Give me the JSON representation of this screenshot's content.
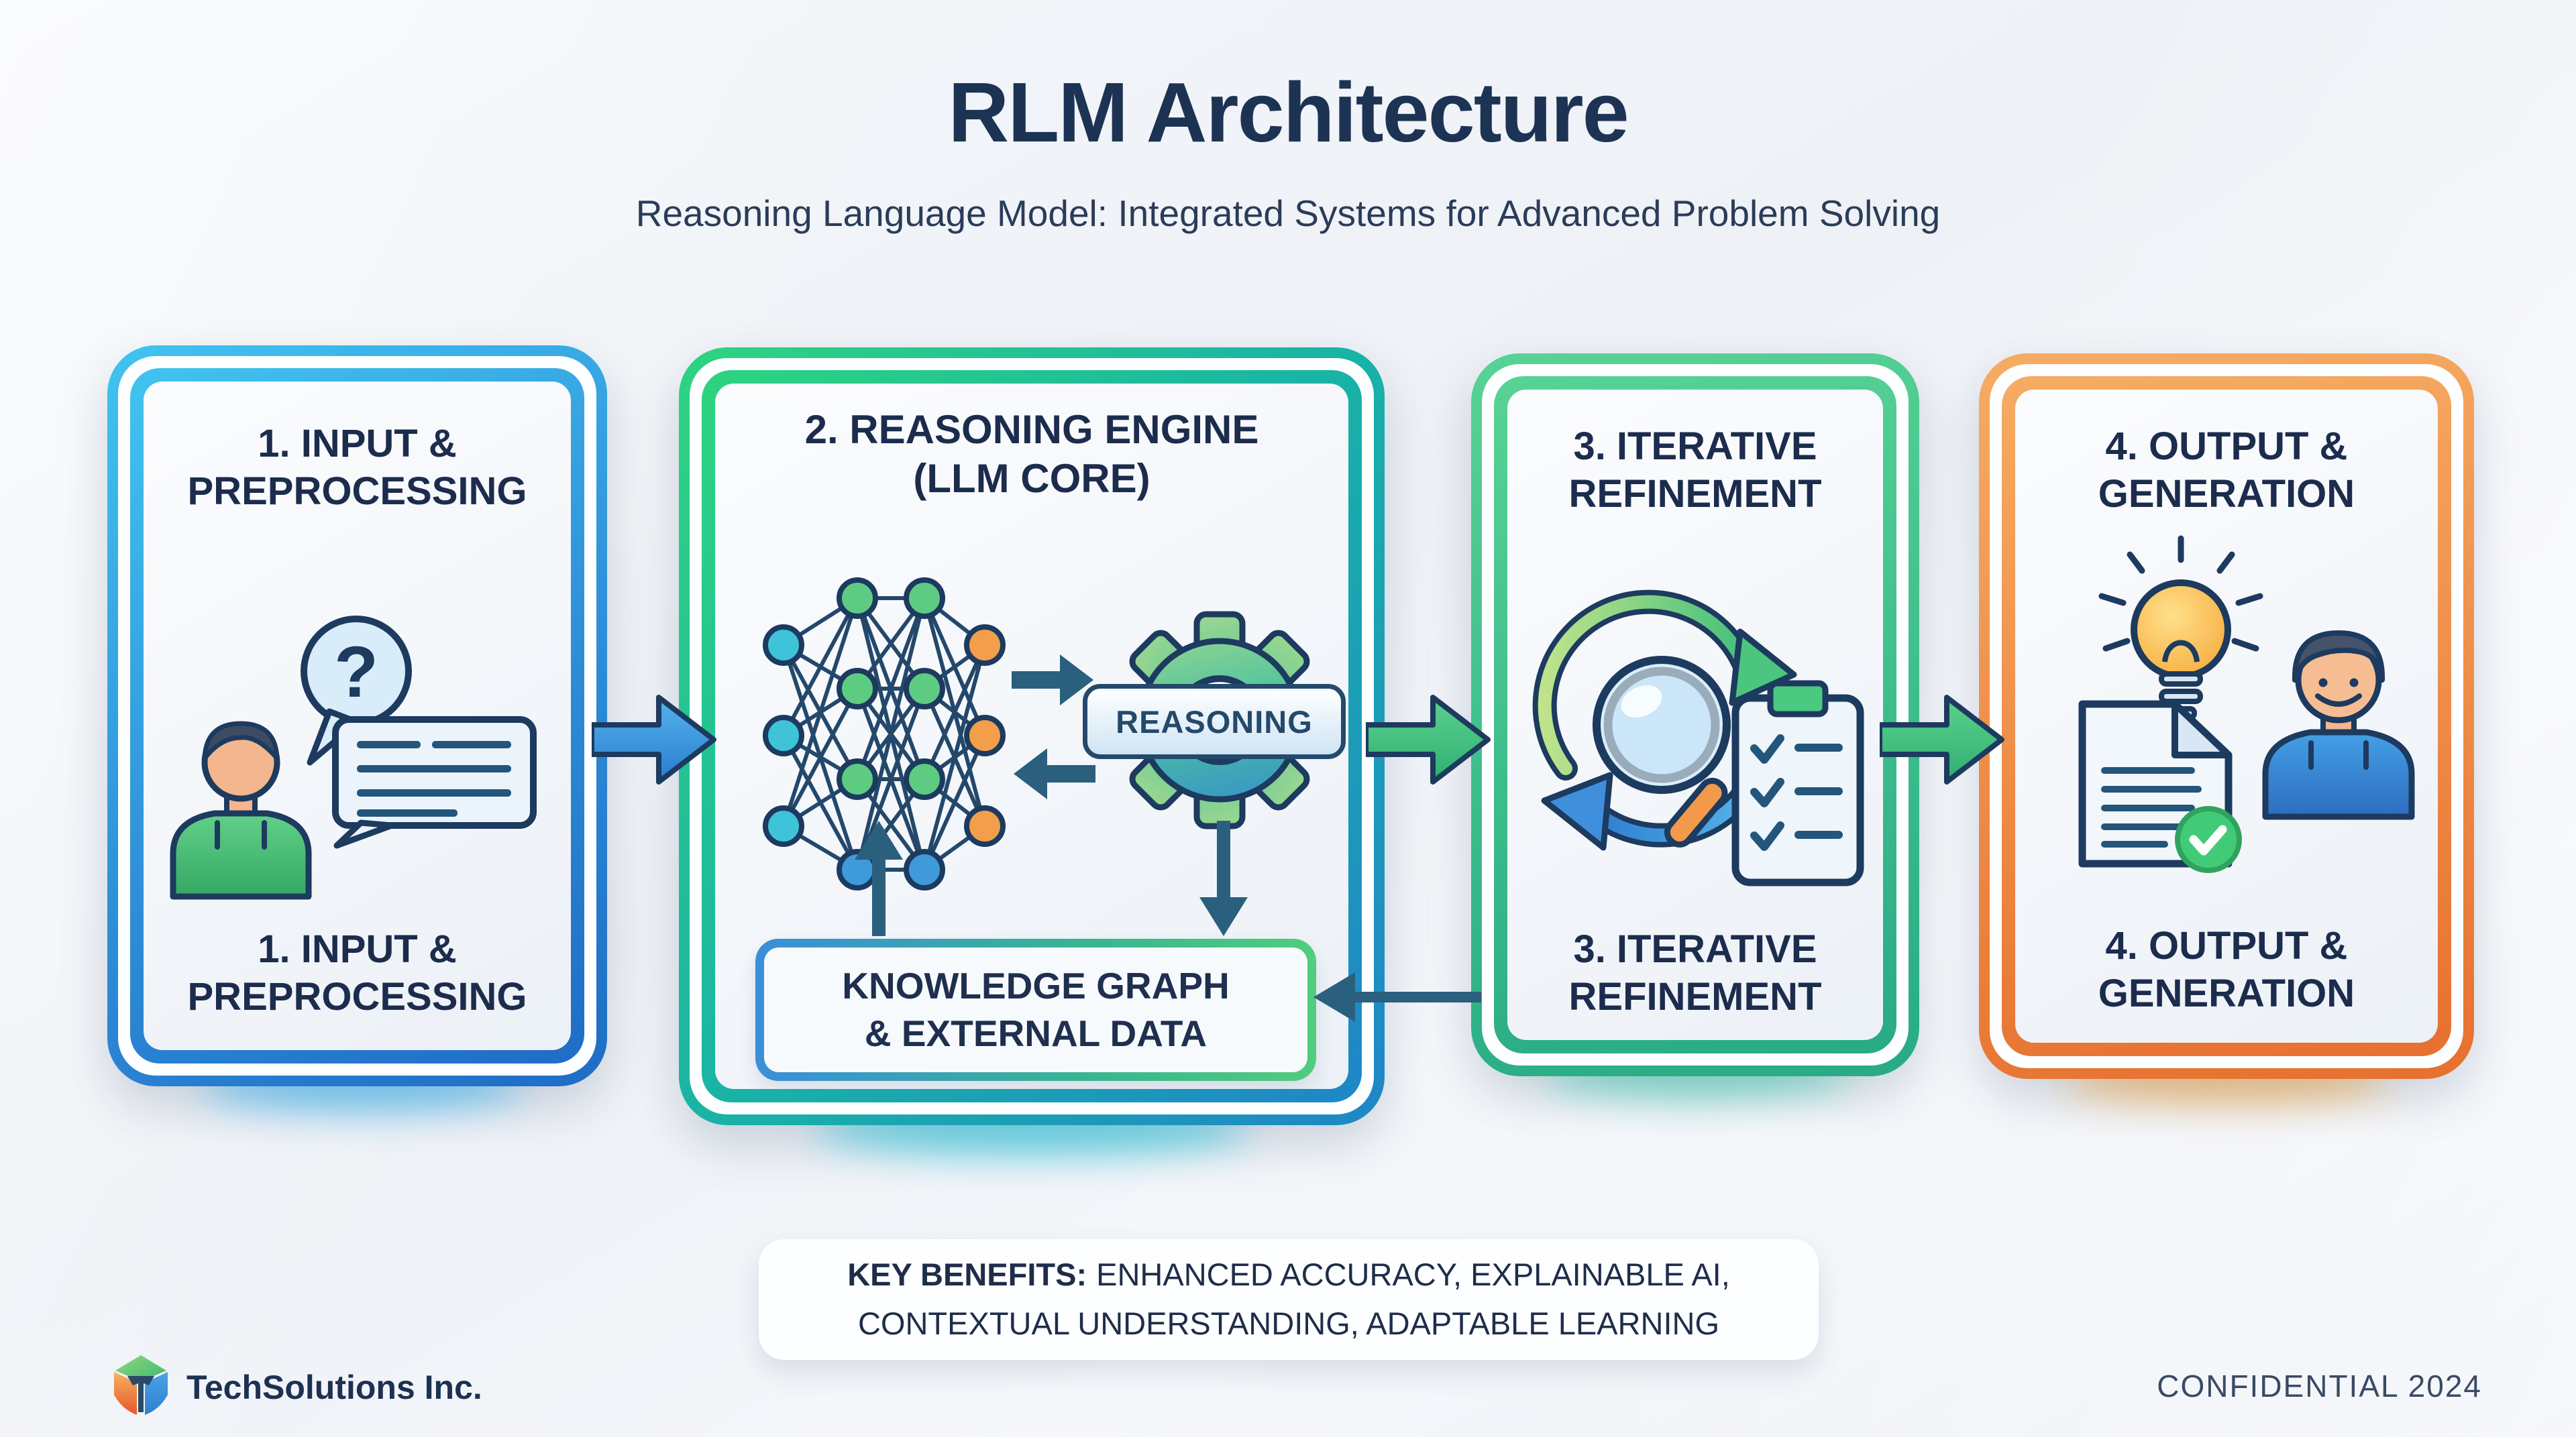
{
  "header": {
    "title": "RLM Architecture",
    "subtitle": "Reasoning Language Model: Integrated Systems for Advanced Problem Solving"
  },
  "panels": [
    {
      "step": "1",
      "title_l1": "1. INPUT &",
      "title_l2": "PREPROCESSING",
      "accent": "#2f8fd8",
      "icons": [
        "user-icon",
        "question-bubble-icon",
        "chat-bubble-icon"
      ]
    },
    {
      "step": "2",
      "title_l1": "2. REASONING ENGINE",
      "title_l2": "(LLM CORE)",
      "accent": "#1fb29a",
      "gear_label": "REASONING",
      "knowledge_l1": "KNOWLEDGE GRAPH",
      "knowledge_l2": "& EXTERNAL DATA",
      "icons": [
        "neural-network-icon",
        "gear-icon"
      ]
    },
    {
      "step": "3",
      "title_l1": "3. ITERATIVE",
      "title_l2": "REFINEMENT",
      "accent": "#3dbd89",
      "icons": [
        "cycle-arrows-icon",
        "magnifier-icon",
        "checklist-icon"
      ]
    },
    {
      "step": "4",
      "title_l1": "4. OUTPUT &",
      "title_l2": "GENERATION",
      "accent": "#ec8a43",
      "icons": [
        "lightbulb-icon",
        "document-check-icon",
        "user-icon"
      ]
    }
  ],
  "benefits": {
    "label": "KEY BENEFITS:",
    "line1": "ENHANCED ACCURACY, EXPLAINABLE AI,",
    "line2": "CONTEXTUAL UNDERSTANDING, ADAPTABLE LEARNING"
  },
  "footer": {
    "company": "TechSolutions Inc.",
    "note": "CONFIDENTIAL 2024"
  },
  "colors": {
    "title_text": "#1d3353",
    "panel_text": "#1c2c4d",
    "panel1_border": "#2f8fd8",
    "panel2_border": "#23b98f",
    "panel3_border": "#3dbd89",
    "panel4_border": "#ec8a43",
    "arrow_blue": "#3b8fd8",
    "arrow_green": "#45c07c",
    "arrow_dark": "#2a5f7e",
    "node_teal": "#3ec3d9",
    "node_green": "#5ecb82",
    "node_orange": "#f29e4b",
    "node_blue": "#3f9ad9"
  }
}
